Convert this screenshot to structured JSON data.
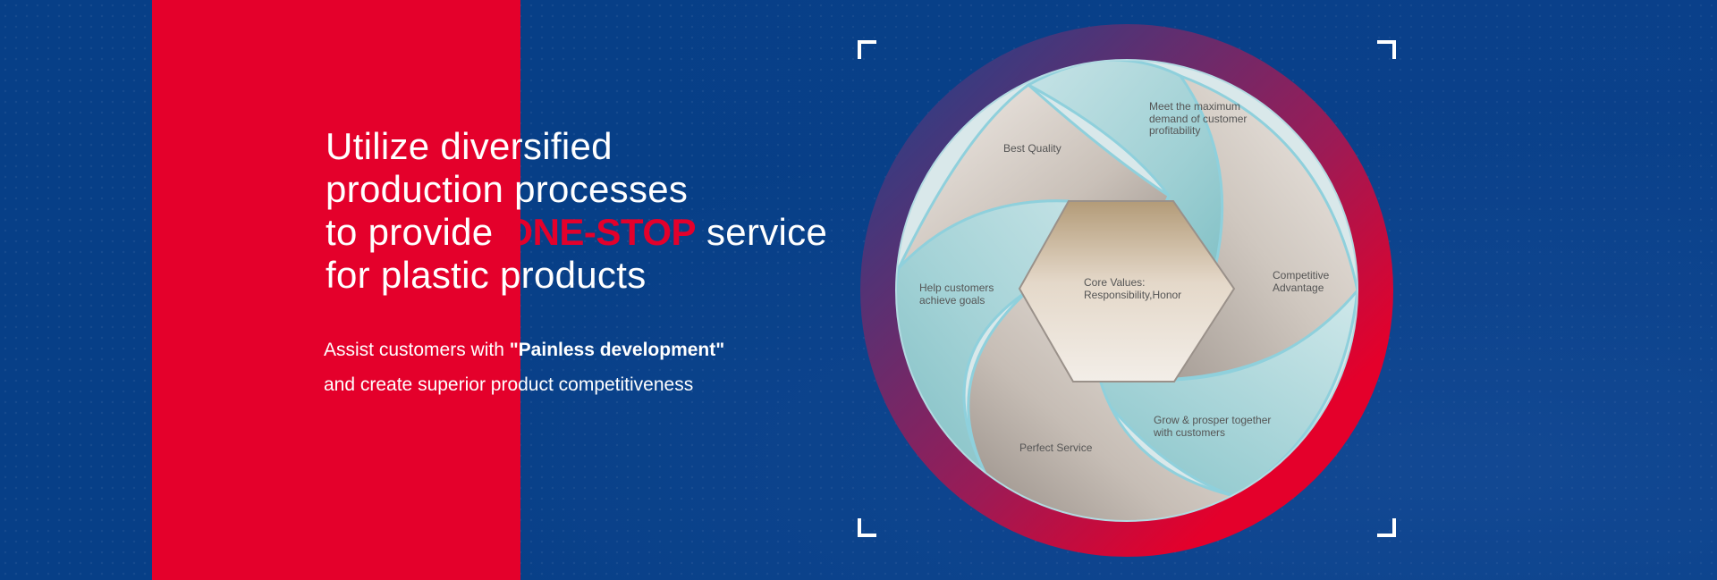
{
  "headline": {
    "line1": "Utilize diversified",
    "line2": "production processes",
    "line3_before": "to provide ",
    "line3_highlight": "ONE-STOP",
    "line3_after": " service",
    "line4": "for plastic products"
  },
  "subtext": {
    "line1_before": "Assist customers with ",
    "line1_bold": "\"Painless development\"",
    "line2": "and create superior product competitiveness"
  },
  "diagram": {
    "center": {
      "line1": "Core Values:",
      "line2": "Responsibility,Honor"
    },
    "segments": {
      "best_quality": "Best Quality",
      "meet_demand": {
        "line1": "Meet the maximum",
        "line2": "demand of customer",
        "line3": "profitability"
      },
      "competitive": {
        "line1": "Competitive",
        "line2": "Advantage"
      },
      "grow": {
        "line1": "Grow & prosper together",
        "line2": "with customers"
      },
      "perfect_service": "Perfect Service",
      "help_customers": {
        "line1": "Help customers",
        "line2": "achieve goals"
      }
    }
  },
  "colors": {
    "background": "#073f87",
    "accent_red": "#e4002b",
    "text_white": "#ffffff"
  }
}
